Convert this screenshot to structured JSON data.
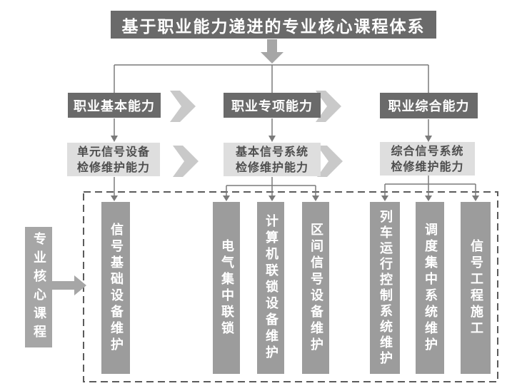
{
  "diagram": {
    "title": "基于职业能力递进的专业核心课程体系",
    "side_label": "专业核心课程",
    "columns": [
      {
        "ability": "职业基本能力",
        "competency_line1": "单元信号设备",
        "competency_line2": "检修维护能力"
      },
      {
        "ability": "职业专项能力",
        "competency_line1": "基本信号系统",
        "competency_line2": "检修维护能力"
      },
      {
        "ability": "职业综合能力",
        "competency_line1": "综合信号系统",
        "competency_line2": "检修维护能力"
      }
    ],
    "courses": [
      "信号基础设备维护",
      "电气集中联锁",
      "计算机联锁设备维护",
      "区间信号设备维护",
      "列车运行控制系统维护",
      "调度集中系统维护",
      "信号工程施工"
    ],
    "colors": {
      "dark_box": "#6a6a6a",
      "course_bar": "#9c9c9c",
      "light_box": "#dedede",
      "chevron": "#c9c9c9",
      "block_arrow": "#a6a6a6",
      "connector_line": "#7a7a7a",
      "dashed_border": "#5b5b5b",
      "text_on_dark": "#ffffff",
      "text_on_light": "#4e4e4e",
      "background": "#ffffff"
    }
  }
}
